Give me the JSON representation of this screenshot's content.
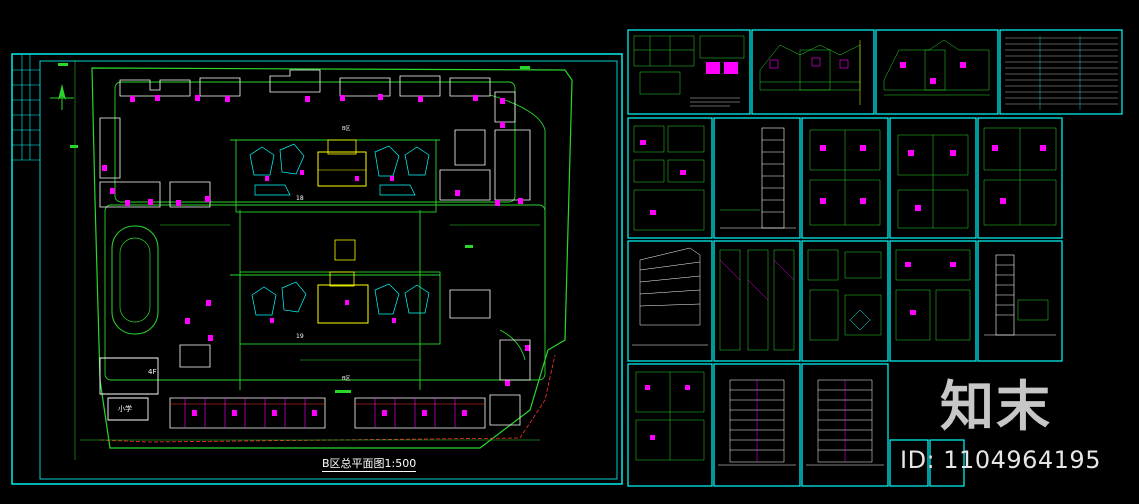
{
  "colors": {
    "background": "#000000",
    "frame": "#00ffff",
    "green": "#2bd62b",
    "magenta": "#ff00ff",
    "yellow": "#ffff00",
    "red": "#ff3030",
    "white": "#ffffff",
    "blue": "#4b6bff"
  },
  "watermark": {
    "brand": "知末",
    "id": "ID: 1104964195"
  },
  "site_plan": {
    "title": "B区总平面图1:500",
    "labels": {
      "school_4f": "4F",
      "school": "小学",
      "building_18": "18",
      "building_19": "19",
      "zone_b1": "B区",
      "zone_b2": "B区"
    }
  },
  "sheets": {
    "count": 19
  }
}
